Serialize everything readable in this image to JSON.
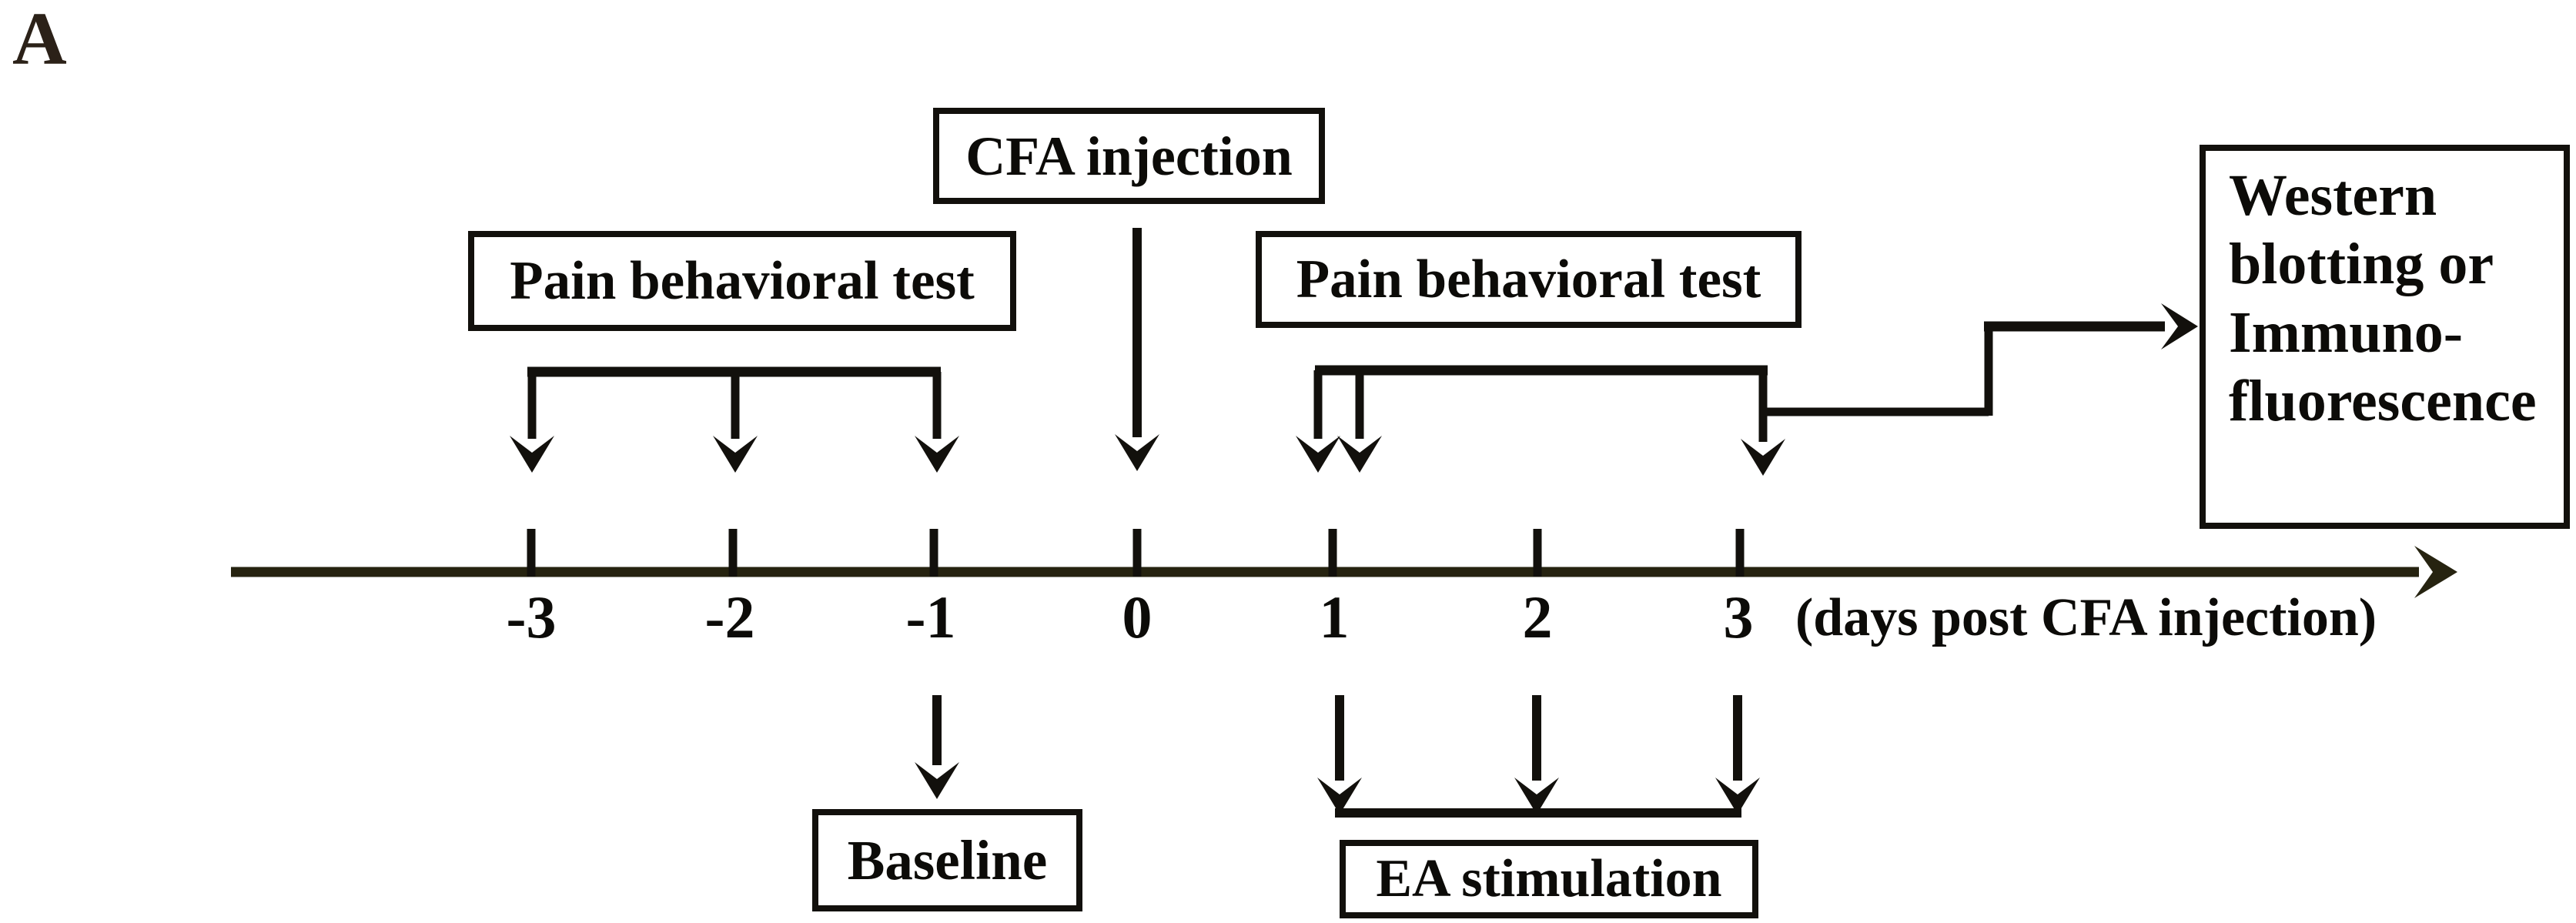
{
  "figure": {
    "panel_label": "A",
    "background_color": "#ffffff",
    "ink_color": "#12100c",
    "axis_color": "#262310",
    "panel_label_color": "#2b2118"
  },
  "boxes": {
    "cfa_injection": "CFA injection",
    "pain_test_pre": "Pain behavioral test",
    "pain_test_post": "Pain behavioral test",
    "western": {
      "lines": [
        "Western",
        "blotting or",
        "Immuno-",
        "fluorescence"
      ]
    },
    "baseline": "Baseline",
    "ea_stimulation": "EA stimulation"
  },
  "timeline": {
    "tick_labels": [
      "-3",
      "-2",
      "-1",
      "0",
      "1",
      "2",
      "3"
    ],
    "axis_caption": "(days post CFA injection)"
  }
}
